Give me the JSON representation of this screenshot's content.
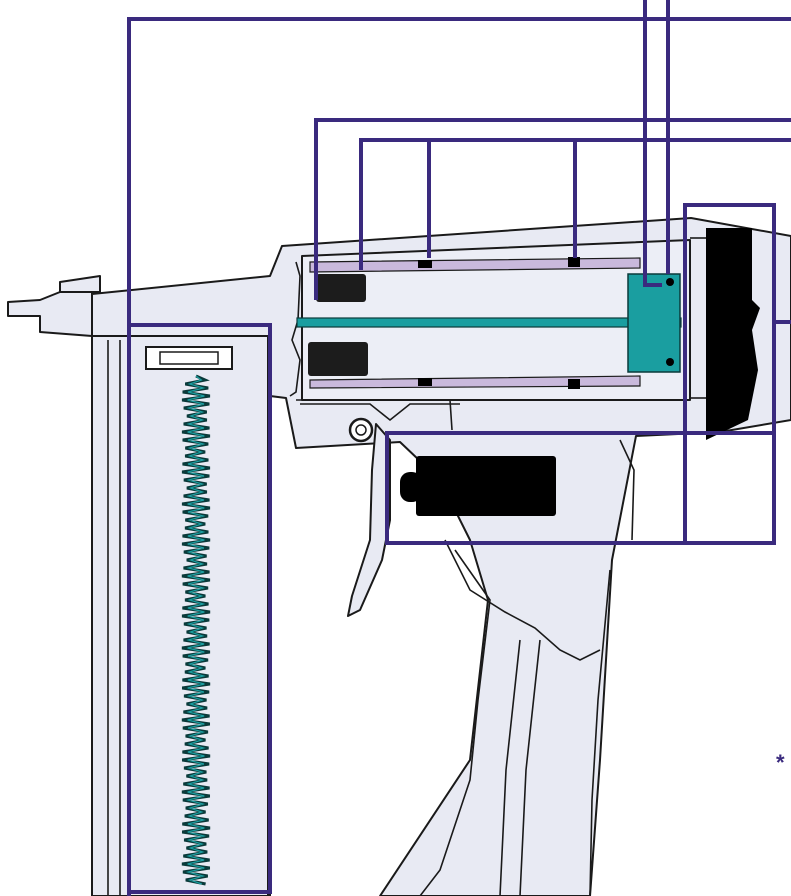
{
  "annotation": {
    "symbol": "*"
  },
  "colors": {
    "callout": "#3a2a7e",
    "body": "#e8eaf3",
    "seal": "#c9b9dc",
    "teal": "#1a9ea0",
    "black": "#000000",
    "outline": "#1a1a1a"
  },
  "parts": [
    "nail-gun-body",
    "nose-guide",
    "magazine",
    "magazine-spring",
    "cylinder",
    "piston-rod",
    "piston-head",
    "bumper",
    "head-cap-valve",
    "trigger",
    "trigger-valve",
    "handle"
  ]
}
